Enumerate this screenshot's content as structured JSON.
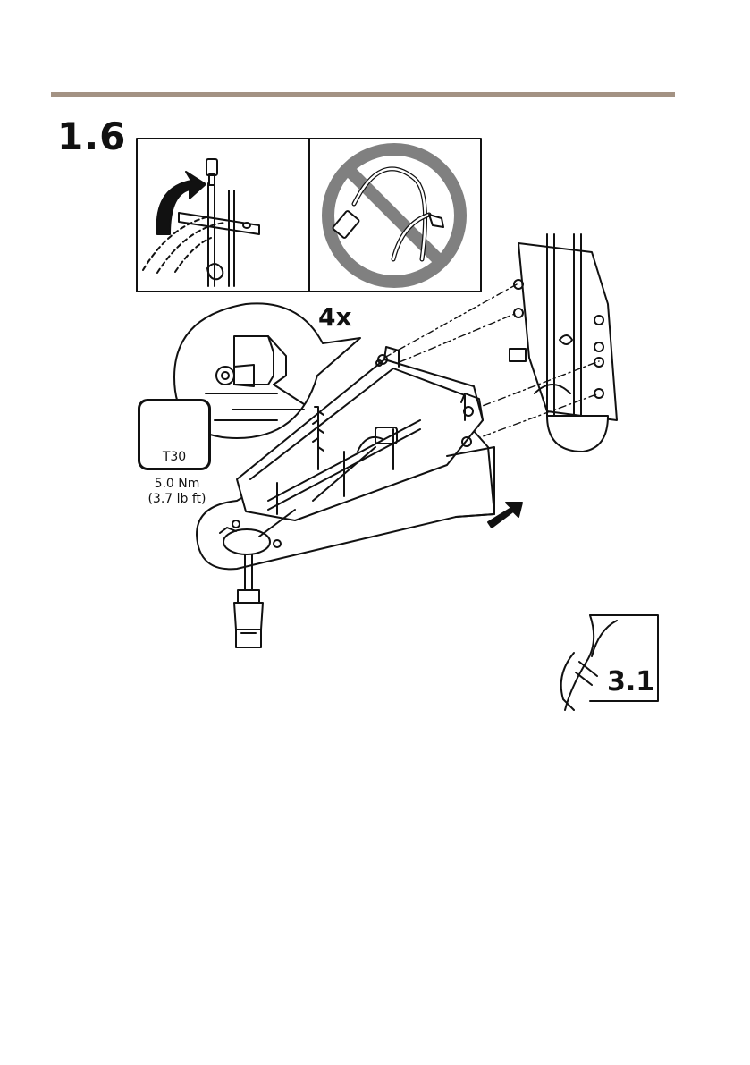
{
  "step": {
    "number": "1.6"
  },
  "detail": {
    "quantity": "4x"
  },
  "tool": {
    "name": "T30",
    "torque_nm": "5.0 Nm",
    "torque_imperial": "(3.7 lb ft)"
  },
  "reference": {
    "step": "3.1"
  }
}
